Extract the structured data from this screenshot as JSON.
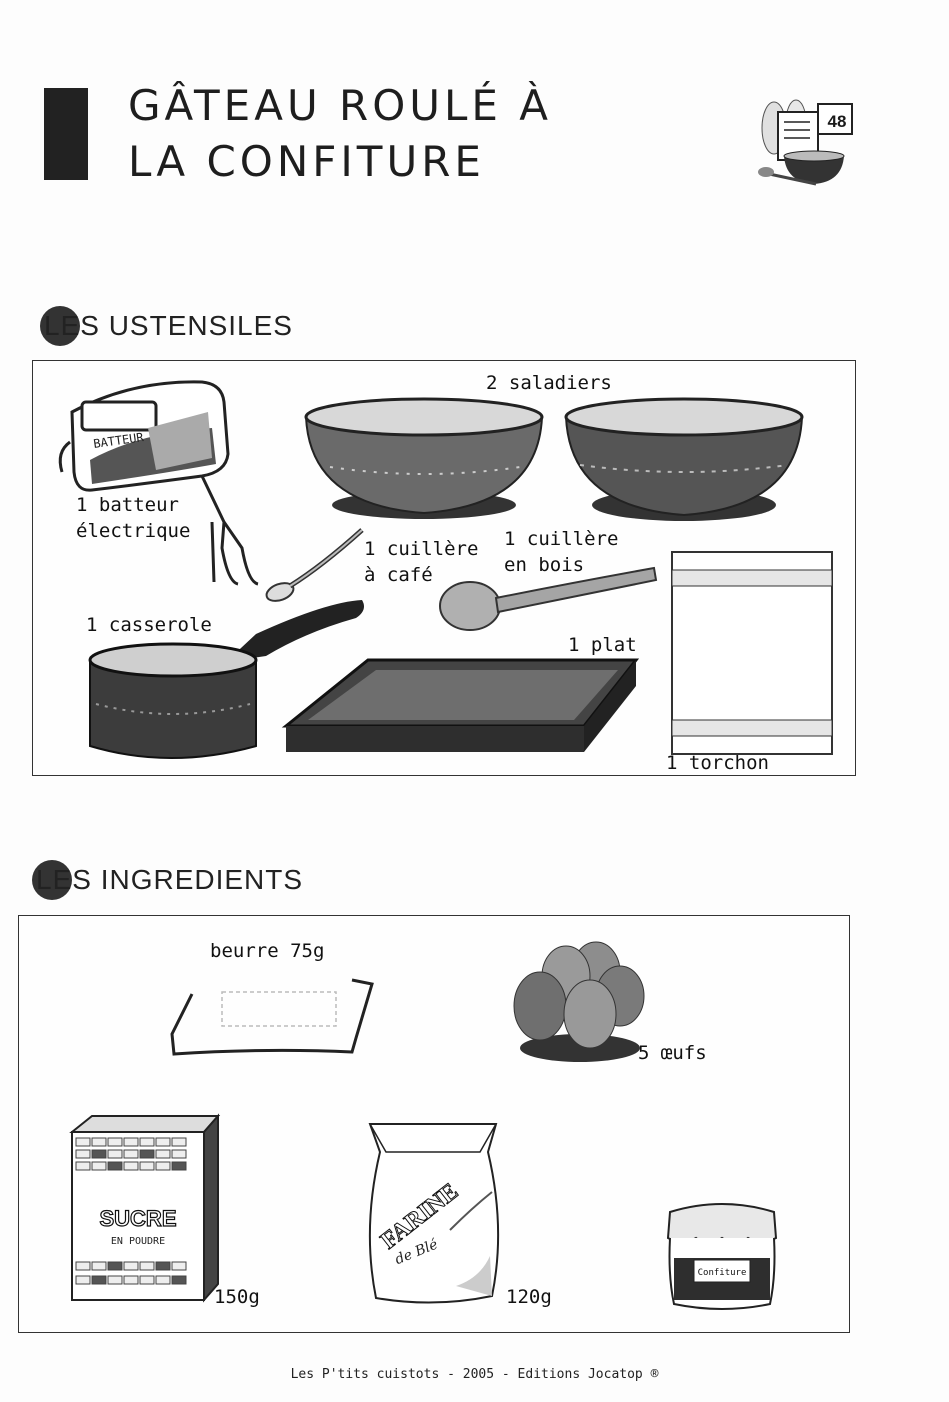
{
  "header": {
    "title_line1": "GÂTEAU ROULÉ À",
    "title_line2": "LA CONFITURE",
    "page_number": "48"
  },
  "utensils": {
    "heading": "LES USTENSILES",
    "items": [
      {
        "label": "1 batteur\nélectrique",
        "icon": "hand-mixer-icon",
        "mark_text": "BATTEUR"
      },
      {
        "label": "2 saladiers",
        "icon": "mixing-bowl-icon"
      },
      {
        "label": "1 cuillère\nà café",
        "icon": "teaspoon-icon"
      },
      {
        "label": "1 cuillère\nen bois",
        "icon": "wooden-spoon-icon"
      },
      {
        "label": "1 casserole",
        "icon": "saucepan-icon"
      },
      {
        "label": "1 plat",
        "icon": "baking-tray-icon"
      },
      {
        "label": "1 torchon",
        "icon": "towel-icon"
      }
    ]
  },
  "ingredients": {
    "heading": "LES INGREDIENTS",
    "items": [
      {
        "label": "beurre 75g",
        "icon": "butter-icon"
      },
      {
        "label": "5 œufs",
        "icon": "eggs-icon"
      },
      {
        "label": "150g",
        "icon": "sugar-box-icon",
        "mark_text": "SUCRE",
        "mark_sub": "EN POUDRE"
      },
      {
        "label": "120g",
        "icon": "flour-bag-icon",
        "mark_text": "FARINE",
        "mark_sub": "de Blé"
      },
      {
        "label": "",
        "icon": "jam-jar-icon",
        "mark_text": "Confiture"
      }
    ]
  },
  "footer": {
    "text": "Les P'tits cuistots - 2005 - Editions Jocatop ®"
  },
  "colors": {
    "ink": "#1a1a1a",
    "dark_fill": "#3a3a3a",
    "mid_grey": "#8a8a8a",
    "light_grey": "#c8c8c8"
  }
}
